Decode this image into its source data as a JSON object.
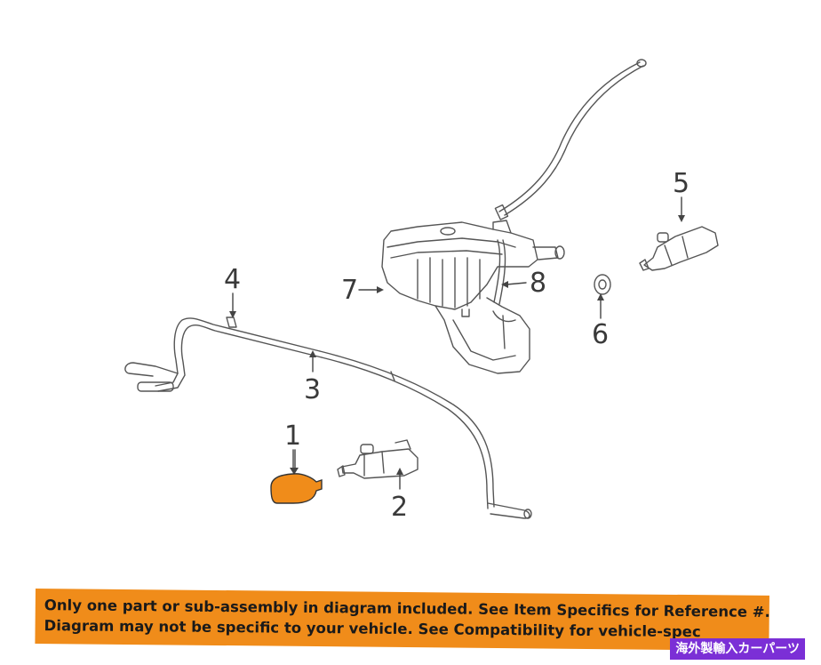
{
  "diagram": {
    "callouts": [
      {
        "id": "part-1",
        "label": "1"
      },
      {
        "id": "part-2",
        "label": "2"
      },
      {
        "id": "part-3",
        "label": "3"
      },
      {
        "id": "part-4",
        "label": "4"
      },
      {
        "id": "part-5",
        "label": "5"
      },
      {
        "id": "part-6",
        "label": "6"
      },
      {
        "id": "part-7",
        "label": "7"
      },
      {
        "id": "part-8",
        "label": "8"
      }
    ],
    "highlight_color": "#f08c1a",
    "line_color": "#555555"
  },
  "banner": {
    "line1": "Only one part or sub-assembly in diagram included. See Item Specifics for Reference #.",
    "line2": "Diagram may not be specific to your vehicle. See Compatibility for vehicle-spec",
    "background": "#f08c1a"
  },
  "watermark": {
    "text": "海外製輸入カーパーツ",
    "background": "#7b2fd6"
  }
}
